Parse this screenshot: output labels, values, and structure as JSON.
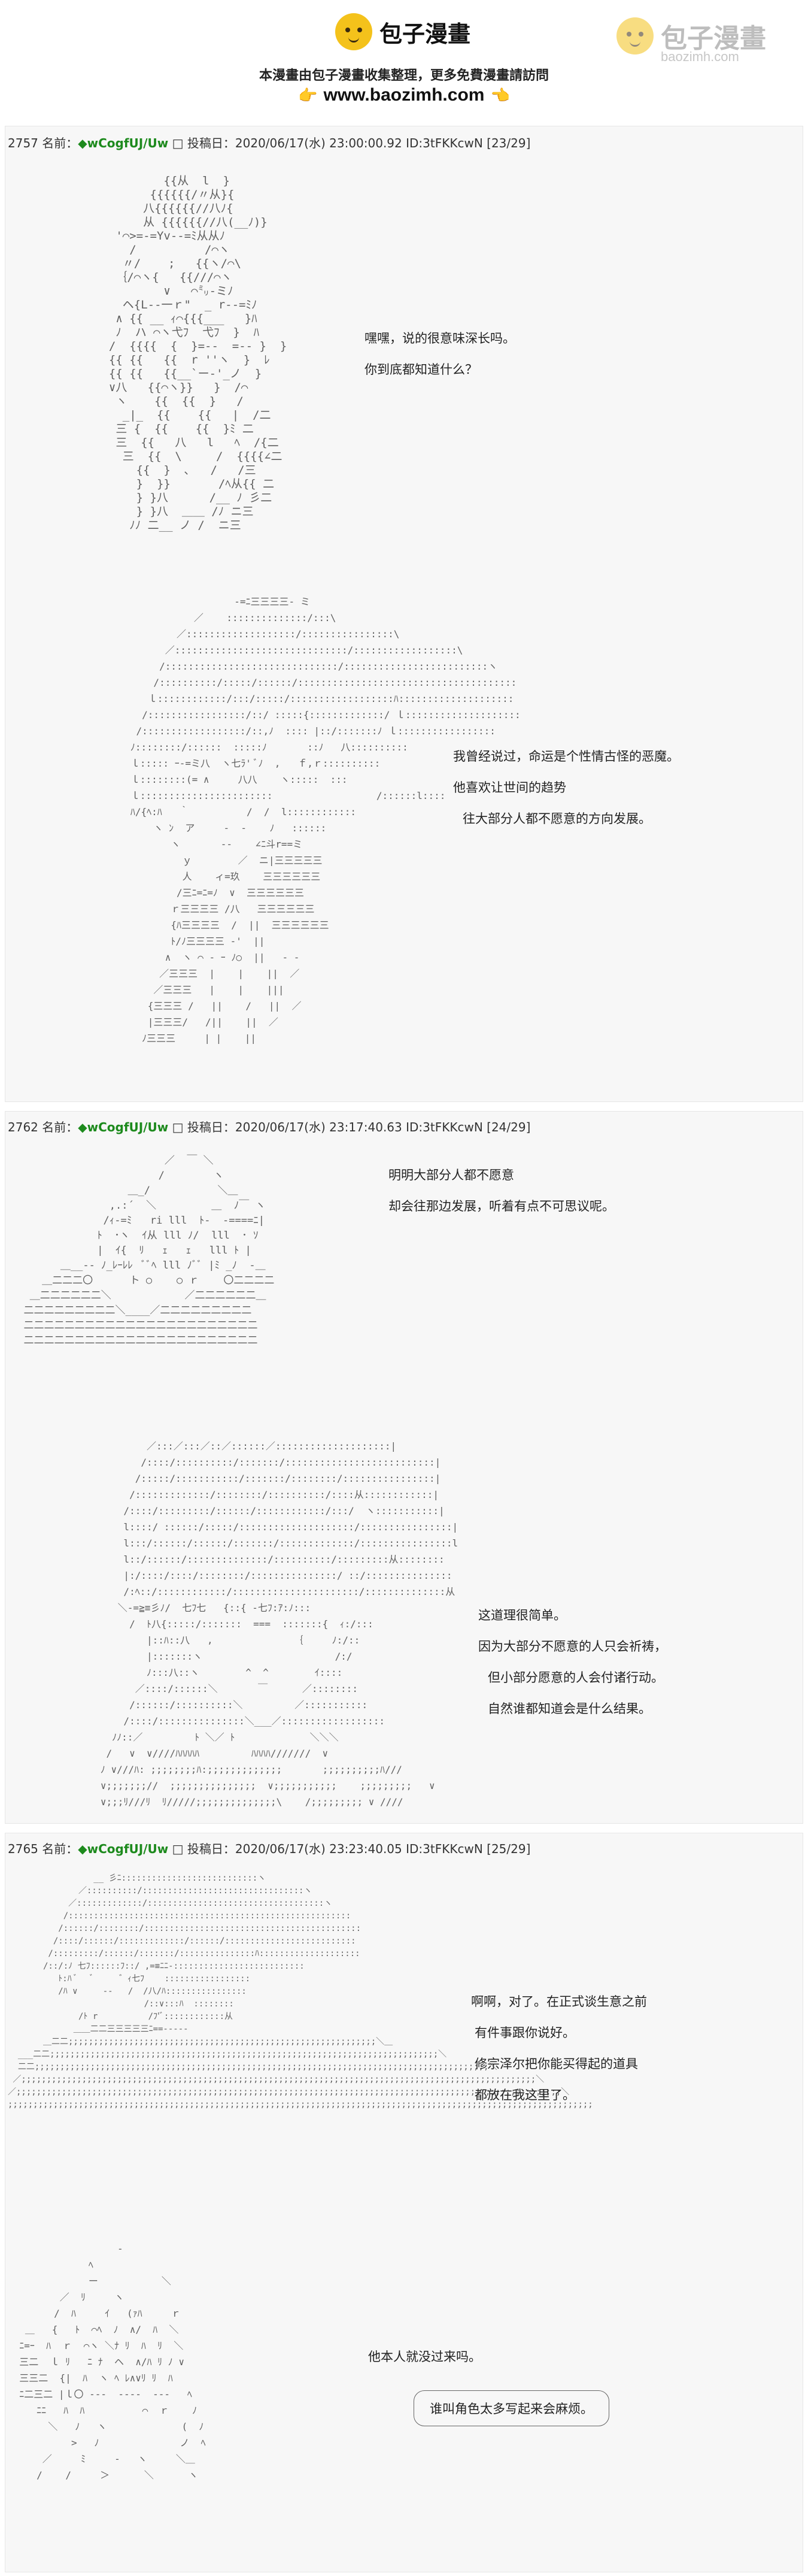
{
  "banner": {
    "logo_text": "包子漫畫",
    "side_logo_text": "包子漫畫",
    "side_logo_domain": "baozimh.com",
    "notice": "本漫畫由包子漫畫收集整理，更多免費漫畫請訪問",
    "site_url": "www.baozimh.com"
  },
  "posts": [
    {
      "number": "2757",
      "label": "名前：",
      "poster": "◆wCogfUJ/Uw",
      "box": "□",
      "date_label": "投稿日：",
      "datetime": "2020/06/17(水) 23:00:00.92",
      "id": "ID:3tFKKcwN",
      "page": "[23/29]"
    },
    {
      "number": "2762",
      "label": "名前：",
      "poster": "◆wCogfUJ/Uw",
      "box": "□",
      "date_label": "投稿日：",
      "datetime": "2020/06/17(水) 23:17:40.63",
      "id": "ID:3tFKKcwN",
      "page": "[24/29]"
    },
    {
      "number": "2765",
      "label": "名前：",
      "poster": "◆wCogfUJ/Uw",
      "box": "□",
      "date_label": "投稿日：",
      "datetime": "2020/06/17(水) 23:23:40.05",
      "id": "ID:3tFKKcwN",
      "page": "[25/29]"
    }
  ],
  "dialogue": {
    "s1": [
      "嘿嘿，说的很意味深长吗。",
      "你到底都知道什么？"
    ],
    "s2": [
      "我曾经说过，命运是个性情古怪的恶魔。",
      "他喜欢让世间的趋势",
      "往大部分人都不愿意的方向发展。"
    ],
    "s3": [
      "明明大部分人都不愿意",
      "却会往那边发展，听着有点不可思议呢。"
    ],
    "s4": [
      "这道理很简单。",
      "因为大部分不愿意的人只会祈祷，",
      "但小部分愿意的人会付诸行动。",
      "自然谁都知道会是什么结果。"
    ],
    "s5": [
      "啊啊，对了。在正式谈生意之前",
      "有件事跟你说好。",
      "修宗泽尔把你能买得起的道具",
      "都放在我这里了。"
    ],
    "s6": [
      "他本人就没过来吗。"
    ],
    "s6_bubble": "谁叫角色太多写起来会麻烦。"
  },
  "art": {
    "a1": "          {{从  l  }\n        {{{{{{/〃从}{\n       八{{{{{{//八ﾉ{\n       从 {{{{{{//八(__ﾉ)}\n   '⌒>=‐=Yv‐‐=ﾐ从从ﾉ\n     /          /⌒ヽ\n    〃/    ;   {{ヽ/⌒\\\n   ｛/⌒ヽ{   {{///⌒ヽ\n          ∨   ⌒㍉‐ミﾉ\n    ヘ{L‐‐一ｒ\"  _ r‐‐=ﾐﾉ\n   ∧ {{ __ ｨ⌒{{{___   }ﾊ\n   ﾉ  ハ ⌒ヽ弋ﾌ  弋ﾌ  }  ﾊ\n  /  {{{{  {  }=‐‐  =‐‐ }  }\n  {{ {{   {{  r ''ヽ  }  ﾚ\n  {{ {{   {{__`ー‐'_ノ  }\n  ∨八   {{⌒ヽ}}   }  /⌒\n   ヽ    {{  {{  }   /\n    _|_  {{    {{   |  /二\n   三 {  {{    {{  }ﾐ 二\n   三  {{   八   l   ﾍ  /{二\n    三  {{  \\     /  {{{{∠二\n      {{  }  ､   /   /三\n      }  }}       /ﾍ从{{ 二\n      } }八      /__ ﾉ 彡二\n      } }八  ＿＿ /ﾉ ニ三\n     ﾉﾉ 二__ ノ /  ニ三",
    "a2": "                     ‐=ﾆ三三三三‐ ミ\n              ／    ::::::::::::::/:::\\\n           ／:::::::::::::::::::/::::::::::::::::\\\n         ／::::::::::::::::::::::::::::::/::::::::::::::::::\\\n        /::::::::::::::::::::::::::::::/:::::::::::::::::::::::::ヽ\n       /::::::::::/:::::/::::::/::::::::::::::::::::::::::::::::::::::\n      ｌ::::::::::::/:::/:::::/::::::::::::::::::ﾊ::::::::::::::::::::\n     /:::::::::::::::::/::/ :::::{:::::::::::::/ ｌ::::::::::::::::::::\n    /::::::::::::::::::/::,ﾉ  :::: |::/:::::::ﾉ ｌ:::::::::::::::::\n   ﾉ::::::::/::::::  :::::ﾉ       ::ﾉ ︎  八::::::::::\n   ｌ::::: ｰ‐=ミ八  ヽ七ﾗ' ﾞﾉ  ,   ｆ,ｒ::::::::::\n   ｌ::::::::(= ∧  ︎   八八    ヽ:::::  :::\n   ｌ:::::::::::::::::::::::                  /::::::l::::\n   ﾊ/{ﾍ:ﾊ   ｀   ︎       /  /  l::::::::::::\n       ヽ ﾝ  ア     ‐  ‐   ︎ ﾉ   ::::::\n          ヽ       ‐‐    ∠ﾆ斗r==ミ\n            ｙ        ／  ニ|三三三三三\n            人    ィ=玖    三三三三三三\n           /三ﾆ=ﾆ=ﾉ  ∨  三三三三三三\n          ｒ三三三三 /八   三三三三三三\n          {ﾊ三三三三  /  ||  三三三三三三\n          ﾄ/ﾉ三三三三 ‐'  ||\n         ∧  ヽ ⌒ ‐ ｰ ﾉ○  ||   ‐ ‐\n        ／三三三  |    |    ||  ／\n       ／三三三   |    |    |||\n      {三三三 /   ||    /   ||  ／\n      |三三三/   /||    ||  ／\n     ﾉ三三三     | |    ||",
    "a3": "                         ／  ￣ ＼\n                        /        ヽ\n                   ＿_/          ︎ ＼＿\n                ,.:´  ＼         ＿  ﾉ￣ ヽ\n               /ｨ‐=ﾐ   ri lll  ﾄ‐  ‐====ﾆ|\n              ﾄ  ･ヽ  ｲ从 lll ﾉ/  lll  ･ ｿ\n              |  ｲ{  ﾘ   ｪ   ｪ   lll ﾄ |\n        ＿__-‐ ﾉ_ﾚｰﾚﾚ  ﾞﾞﾍ lll ﾉﾞﾞ |ﾐ _ﾉ  ‐＿\n     ＿二二二〇      ト ○    ○ ｒ    〇二二二二\n   ＿二二二二二二＼            ／二二二二二二＿\n  二二二二二二二二二＼____／二二二二二二二二二\n  二二二二二二二二二二二二二二二二二二二二二二二\n  二二二二二二二二二二二二二二二二二二二二二二二",
    "a4": "           ／:::／:::／::／::::::／::::::::::::::::::::|\n          /::::/::::::::::/:::::::/::::::::::::::::::::::::::|\n         /:::::/:::::::::::/:::::::/::::::::/::::::::::::::::|\n        /:::::::::::::/::::::::/::::::::::/::::从::::::::::::|\n       /::::/:::::::::/::::::/::::::::::::/:::/  ヽ:::::::::::|\n       l::::/ ::::::/:::::/::::::::::::::::::::/::::::::::::::::|\n       l:::/::::::/::::::/:::::::/:::::::::::::/::::::::::::::::l\n       l::/::::::/::::::::::::::/::::::::::/:::::::::从::::::::\n       |:/::::/::::/::::::::/:::::::::::::::/ ::/:::::::::::::::\n       /:ﾍ::/::::::::::::/::::::::::::::::::::::/::::::::::::::从\n      ＼‐=≧≡彡ﾉ/ ︎ 七ﾌ七 ︎  {::{ ‐七ﾌ:ｱ:ﾉ:::\n        /  ﾄ八{:::::/:::::::  ===  :::::::{  ｨ:/:::\n           |::ﾊ::八   ,              ｛     ﾉ:/::\n           |:::::::ヽ                       /:/\n           ﾉ:::八::ヽ        ^  ^        ｲ::::\n         ／::::/::::::＼       ￣      ／::::::::\n        /::::::/::::::::::＼         ／:::::::::::\n       /::::/:::::::::::::::＼___／::::::::::::::::::\n     ﾉﾉ::／         ﾄ ＼／ ﾄ             ＼＼＼\n    /   ∨  ∨////ﾊﾊﾊﾊﾊ         ﾊﾊﾊﾊ///////  ∨\n   ﾉ ∨///ﾊ: ;;;;;;;;ﾊ:;;;;;;;;;;;;;       ;;;;;;;;;;ﾊ///\n   ∨;;;;;;;//  ;;;;;;;;;;;;;;;  ∨;;;;;;;;;;;    ;;;;;;;;;   ∨\n   ∨;;;ﾘ///ﾘ  ﾘ/////;;;;;;;;;;;;;;\\    /;;;;;;;;; ∨ ////",
    "a5": "                 __ 彡ﾆ:::::::::::::::::::::::::::ヽ\n              ／::::::::::/::::::::::::::::::::::::::::::::ヽ\n            ／:::::::::::::/:::::::::::::::::::::::::::::::::::ヽ\n           /::::::::::::::::::::::::::::::::::::::::::::::::::::::::\n          /::::::/::::::::/:::::::::::::::::::::::::::::::::::::::::::\n         /::::/::::::/:::::::::::::/::::::/::::::::::::::::::::::::::\n        /:::::::::/::::::/:::::::/:::::::::::::::ﾊ::::::::::::::::::::\n       /::/:ﾉ 七ﾌ::::::ﾌ::/ ,=≡ﾆﾆ‐::::::::::::::::::::::::::\n          ﾄ:ﾊ ﾞ   ﾞ     ゛ｨ七ﾌ    :::::::::::::::::\n          /ﾊ ∨     ‐‐   /  /八/ﾊ::::::::::::::::\n                   ︎        /::∨:::ﾊ  ::::::::\n              /ﾄ r          /ﾌ'ﾞ::::::::::::从\n             ＿＿二二三三三三三ﾆ==‐‐‐‐‐\n       ＿二二;;;;;;;;;;;;;;;;;;;;;;;;;;;;;;;;;;;;;;;;;;;;;;;;;;;;;;;;;;;;;＼＿\n  ___二二;;;;;;;;;;;;;;;;;;;;;;;;;;;;;;;;;;;;;;;;;;;;;;;;;;;;;;;;;;;;;;;;;;;;;;;;;;;;;＼\n  二二;;;;;;;;;;;;;;;;;;;;;;;;;;;;;;;;;;;;;;;;;;;;;;;;;;;;;;;;;;;;;;;;;;;;;;;;;;;;;;;;;;;;;;;;;;＼\n ／;;;;;;;;;;;;;;;;;;;;;;;;;;;;;;;;;;;;;;;;;;;;;;;;;;;;;;;;;;;;;;;;;;;;;;;;;;;;;;;;;;;;;;;;;;;;;;;;;;;;;;＼\n／;;;;;;;;;;;;;;;;;;;;;;;;;;;;;;;;;;;;;;;;;;;;;;;;;;;;;;;;;;;;;;;;;;;;;;;;;;;;;;;;;;;;;;;;;;;;;;;;;;;;;;;;;;;;＼\n;;;;;;;;;;;;;;;;;;;;;;;;;;;;;;;;;;;;;;;;;;;;;;;;;;;;;;;;;;;;;;;;;;;;;;;;;;;;;;;;;;;;;;;;;;;;;;;;;;;;;;;;;;;;;;;;;;;;",
    "a6": "                   ‐\n              ﾍ\n              ー           ＼\n         ／  ﾘ     ヽ\n        /  ﾊ     ｲ   (ｧﾊ     ｒ\n   ＿   {   ﾄ  ⌒ﾍ  ﾉ  ∧/  ﾊ  ＼\n  ﾆ=ｰ  ﾊ  ｒ  ⌒ヽ ＼ﾅ ﾘ  ﾊ  ﾘ  ＼\n  三二  ｌ ﾘ   ﾆ ﾅ  ヘ  ∧/ﾊ ﾘ ﾉ ∨\n  三三二  {|  ﾊ  ヽ ﾍ ﾚ∧∨ﾘ ﾘ  ﾊ\n  ﾆ二三二 |ｌ〇 ‐‐‐  ‐‐‐‐  ‐‐‐   ﾍ\n     ﾆﾆ   ﾊ  ﾊ        ︎  ⌒  ｒ    ﾉ\n       ＼   ﾉ   ヽ             (  ﾉ\n           >   ﾉ     ︎ ︎    ︎    ノ  ﾍ\n      ／  ︎   ﾐ     ‐   ヽ  ︎   ＼＿\n     /  ︎  /     ＞    ︎  ＼   ︎ ︎  ヽ"
  }
}
